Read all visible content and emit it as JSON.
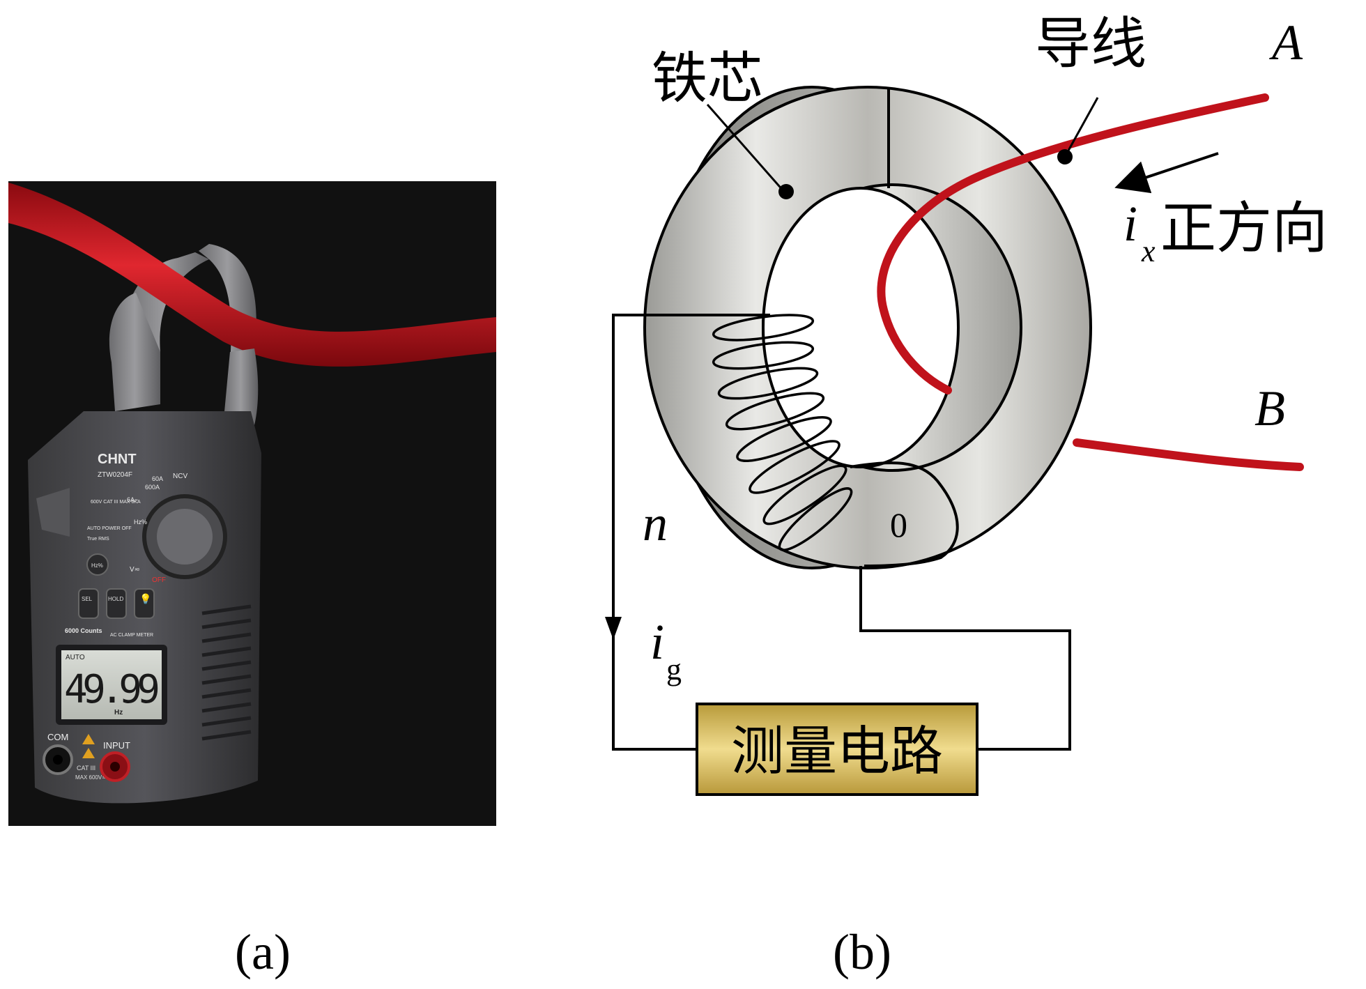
{
  "panel_a": {
    "caption": "(a)",
    "meter": {
      "brand": "CHNT",
      "model": "ZTW0204F",
      "ncv": "NCV",
      "range_60a": "60A",
      "range_600a": "600A",
      "range_6a": "6A~",
      "hz": "Hz%",
      "volt": "V≂",
      "off": "OFF",
      "auto_power_off": "AUTO POWER OFF",
      "true_rms": "True RMS",
      "warning_cat": "600V CAT III MAX 6KA",
      "btn_hz": "Hz%",
      "btn_sel": "SEL",
      "btn_hold": "HOLD",
      "btn_light": "LIGHT",
      "counts_label": "6000 Counts",
      "type_label": "AC CLAMP METER",
      "display_mode": "AUTO",
      "display_value": "49.99",
      "display_unit": "Hz",
      "com_label": "COM",
      "input_label": "INPUT",
      "cat_label": "CAT III",
      "max_label": "MAX 600V≂"
    }
  },
  "panel_b": {
    "caption": "(b)",
    "label_core": "铁芯",
    "label_wire": "导线",
    "label_A": "A",
    "label_B": "B",
    "label_ix_base": "i",
    "label_ix_sub": "x",
    "label_ix_text": "正方向",
    "label_n": "n",
    "label_ig_base": "i",
    "label_ig_sub": "g",
    "label_zero": "0",
    "label_circuit": "测量电路",
    "colors": {
      "wire": "#c0121b",
      "core": "#c8c8c4",
      "circuit_box": "#d8b84a"
    }
  }
}
